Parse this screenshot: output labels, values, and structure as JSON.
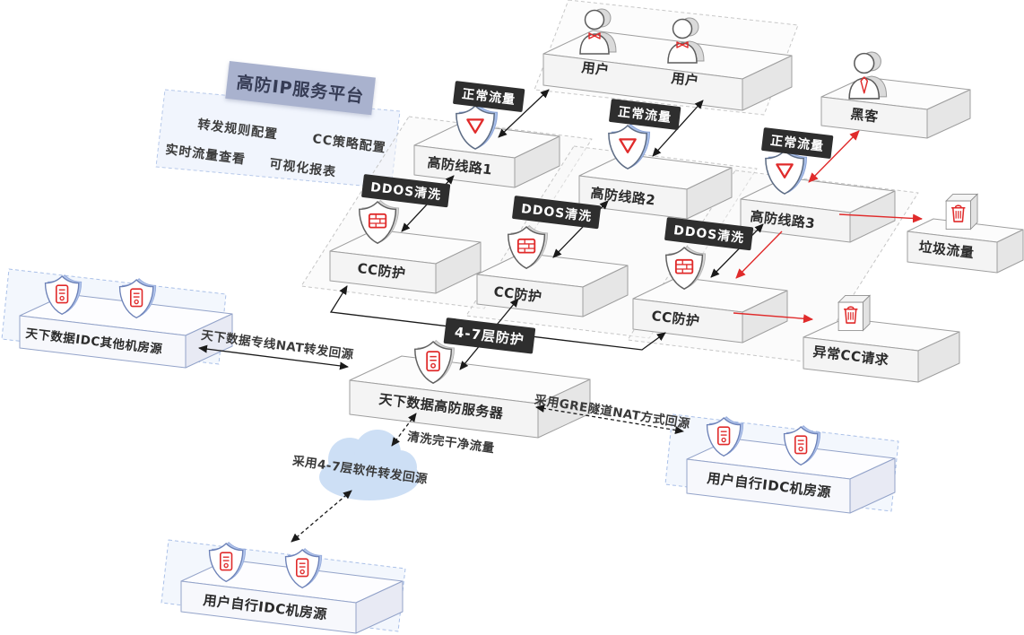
{
  "panel": {
    "title": "高防IP服务平台",
    "features": [
      "转发规则配置",
      "CC策略配置",
      "实时流量查看",
      "可视化报表"
    ]
  },
  "nodes": {
    "users": {
      "label_a": "用户",
      "label_b": "用户"
    },
    "hacker": {
      "label": "黑客"
    },
    "line1": {
      "label": "高防线路1"
    },
    "line2": {
      "label": "高防线路2"
    },
    "line3": {
      "label": "高防线路3"
    },
    "cc1": {
      "label": "CC防护"
    },
    "cc2": {
      "label": "CC防护"
    },
    "cc3": {
      "label": "CC防护"
    },
    "garbage": {
      "label": "垃圾流量"
    },
    "abnormal": {
      "label": "异常CC请求"
    },
    "server": {
      "label": "天下数据高防服务器"
    },
    "idc_left": {
      "label": "天下数据IDC其他机房源"
    },
    "idc_right": {
      "label": "用户自行IDC机房源"
    },
    "idc_bottom": {
      "label": "用户自行IDC机房源"
    }
  },
  "flows": {
    "normal1": "正常流量",
    "normal2": "正常流量",
    "normal3": "正常流量",
    "ddos1": "DDOS清洗",
    "ddos2": "DDOS清洗",
    "ddos3": "DDOS清洗",
    "l47": "4-7层防护",
    "nat": "天下数据专线NAT转发回源",
    "gre": "采用GRE隧道NAT方式回源",
    "clean": "清洗完干净流量",
    "soft47": "采用4-7层软件转发回源"
  },
  "icons": {
    "user": "person-icon",
    "hacker": "person-hacker-icon",
    "line_defense": "shield-triangle-icon",
    "cc_defense": "shield-brick-icon",
    "server_defense": "shield-server-icon",
    "idc_server": "shield-server-blue-icon",
    "discard": "trash-box-icon",
    "network": "cloud-icon"
  },
  "colors": {
    "alert": "#e02b2b",
    "badge_bg": "#2e2e2e",
    "banner_bg": "#a9b2ce",
    "blue_dash": "#aac0e8",
    "cloud": "#cddff5"
  }
}
